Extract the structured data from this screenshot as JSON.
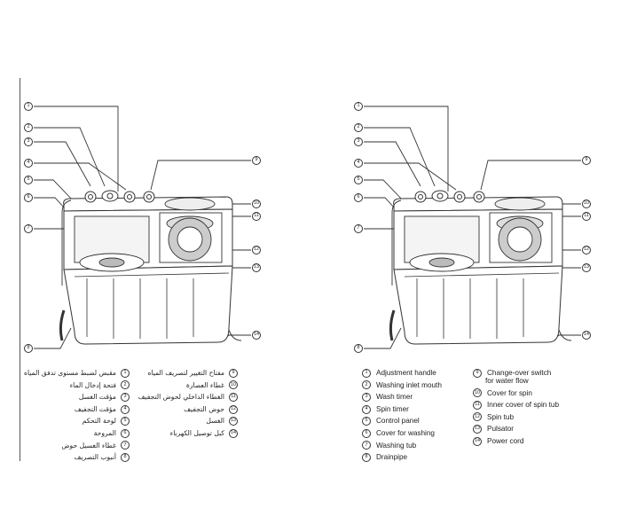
{
  "callouts": {
    "left": [
      "1",
      "2",
      "3",
      "4",
      "5",
      "6",
      "7",
      "8"
    ],
    "right": [
      "9",
      "10",
      "11",
      "12",
      "13",
      "14"
    ]
  },
  "legend_arabic": {
    "col1": [
      {
        "num": "1",
        "text": "مقبض لضبط مستوى تدفق المياه"
      },
      {
        "num": "2",
        "text": "فتحة إدخال الماء"
      },
      {
        "num": "3",
        "text": "مؤقت الغسل"
      },
      {
        "num": "4",
        "text": "مؤقت التجفيف"
      },
      {
        "num": "5",
        "text": "لوحة التحكم"
      },
      {
        "num": "6",
        "text": "المروحة"
      },
      {
        "num": "7",
        "text": "غطاء الغسيل حوض"
      },
      {
        "num": "8",
        "text": "أنبوب التصريف"
      }
    ],
    "col2": [
      {
        "num": "9",
        "text": "مفتاح التغيير لتصريف المياه"
      },
      {
        "num": "10",
        "text": "غطاء العصارة"
      },
      {
        "num": "11",
        "text": "الغطاء الداخلي لحوض التجفيف"
      },
      {
        "num": "12",
        "text": "حوض التجفيف"
      },
      {
        "num": "13",
        "text": "الغسل"
      },
      {
        "num": "14",
        "text": "كبل توصيل الكهرباء"
      }
    ]
  },
  "legend_english": {
    "col1": [
      {
        "num": "1",
        "text": "Adjustment handle"
      },
      {
        "num": "2",
        "text": "Washing inlet mouth"
      },
      {
        "num": "3",
        "text": "Wash timer"
      },
      {
        "num": "4",
        "text": "Spin timer"
      },
      {
        "num": "5",
        "text": "Control panel"
      },
      {
        "num": "6",
        "text": "Cover for washing"
      },
      {
        "num": "7",
        "text": "Washing tub"
      },
      {
        "num": "8",
        "text": "Drainpipe"
      }
    ],
    "col2": [
      {
        "num": "9",
        "text": "Change-over switch",
        "text2": "for water flow"
      },
      {
        "num": "10",
        "text": "Cover for spin"
      },
      {
        "num": "11",
        "text": "Inner cover of spin tub"
      },
      {
        "num": "12",
        "text": "Spin tub"
      },
      {
        "num": "13",
        "text": "Pulsator"
      },
      {
        "num": "14",
        "text": "Power cord"
      }
    ]
  }
}
